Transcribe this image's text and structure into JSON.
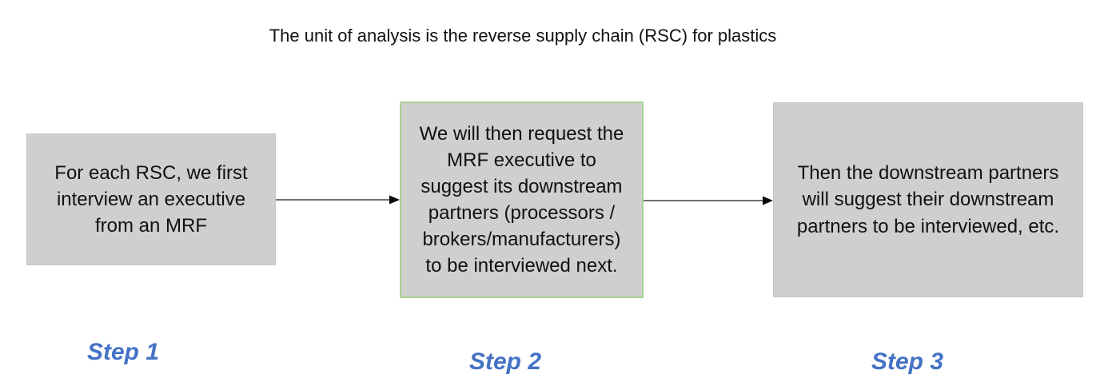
{
  "title": "The unit of analysis is the reverse supply chain (RSC) for plastics",
  "flow": {
    "boxes": [
      {
        "id": "step-1",
        "text": "For each RSC, we first\ninterview an executive\nfrom an MRF",
        "label": "Step 1"
      },
      {
        "id": "step-2",
        "text": "We will then request the\nMRF executive to\nsuggest its downstream\npartners (processors /\nbrokers/manufacturers)\nto be interviewed next.",
        "label": "Step 2"
      },
      {
        "id": "step-3",
        "text": "Then the downstream partners\nwill suggest their downstream\npartners to be interviewed, etc.",
        "label": "Step 3"
      }
    ],
    "connectors": [
      "arrow-step1-to-step2",
      "arrow-step2-to-step3"
    ]
  },
  "colors": {
    "box_fill": "#d0cece",
    "box_border": "#c6c4c4",
    "highlight_box_border": "#a9d18e",
    "step_label": "#4472c4",
    "arrow": "#404040",
    "text": "#111111",
    "background": "#ffffff"
  }
}
